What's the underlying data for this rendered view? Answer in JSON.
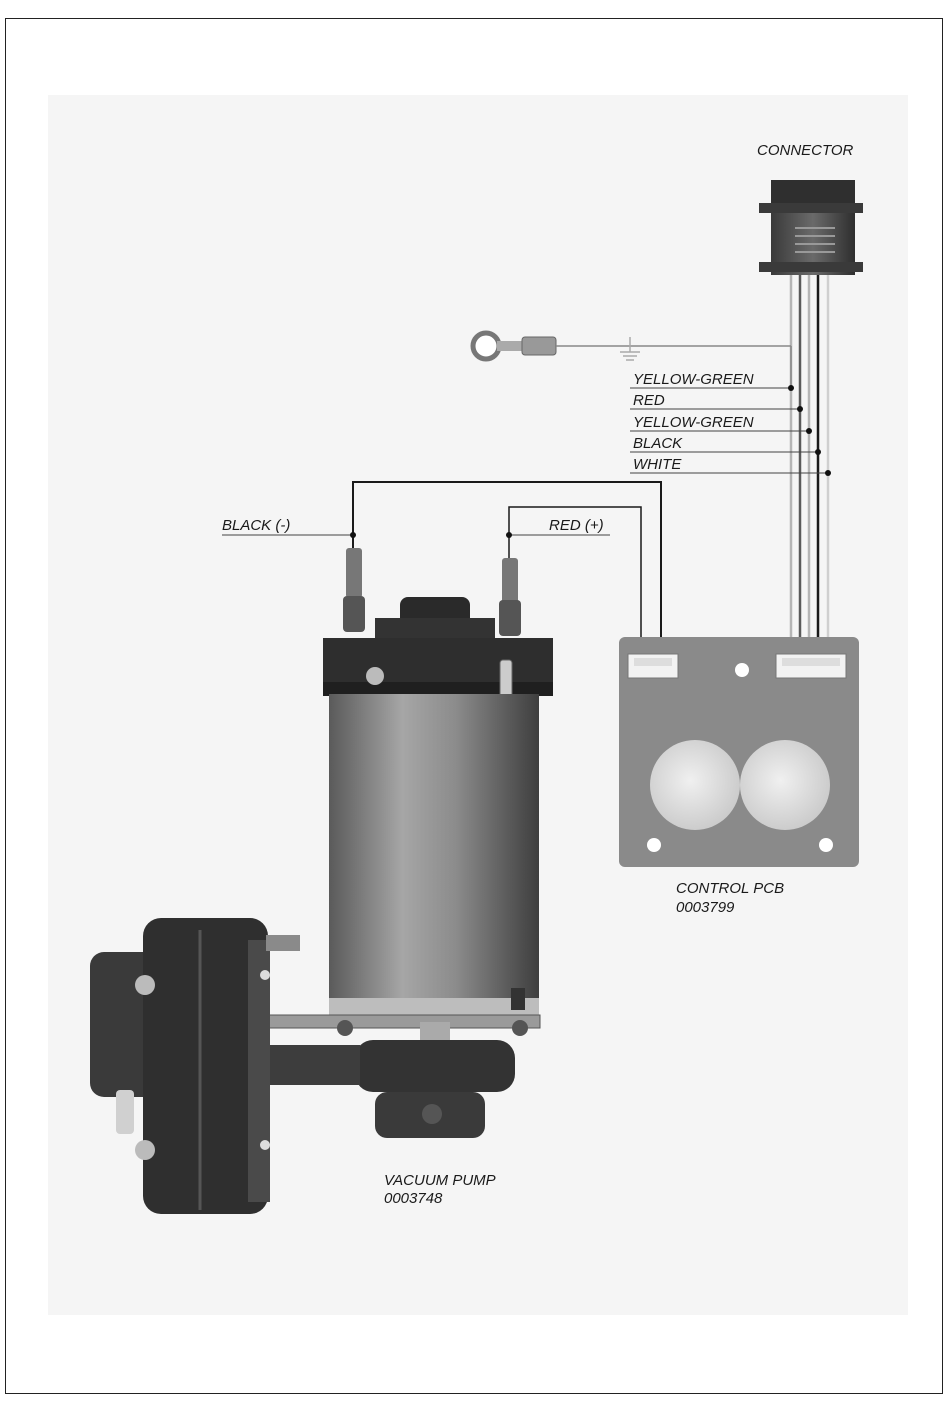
{
  "connector": {
    "label": "CONNECTOR"
  },
  "wires": {
    "yellow_green_1": "YELLOW-GREEN",
    "red": "RED",
    "yellow_green_2": "YELLOW-GREEN",
    "black": "BLACK",
    "white": "WHITE"
  },
  "motor_wires": {
    "black": "BLACK (-)",
    "red": "RED (+)"
  },
  "control_pcb": {
    "label": "CONTROL PCB",
    "part_number": "0003799"
  },
  "vacuum_pump": {
    "label": "VACUUM PUMP",
    "part_number": "0003748"
  }
}
